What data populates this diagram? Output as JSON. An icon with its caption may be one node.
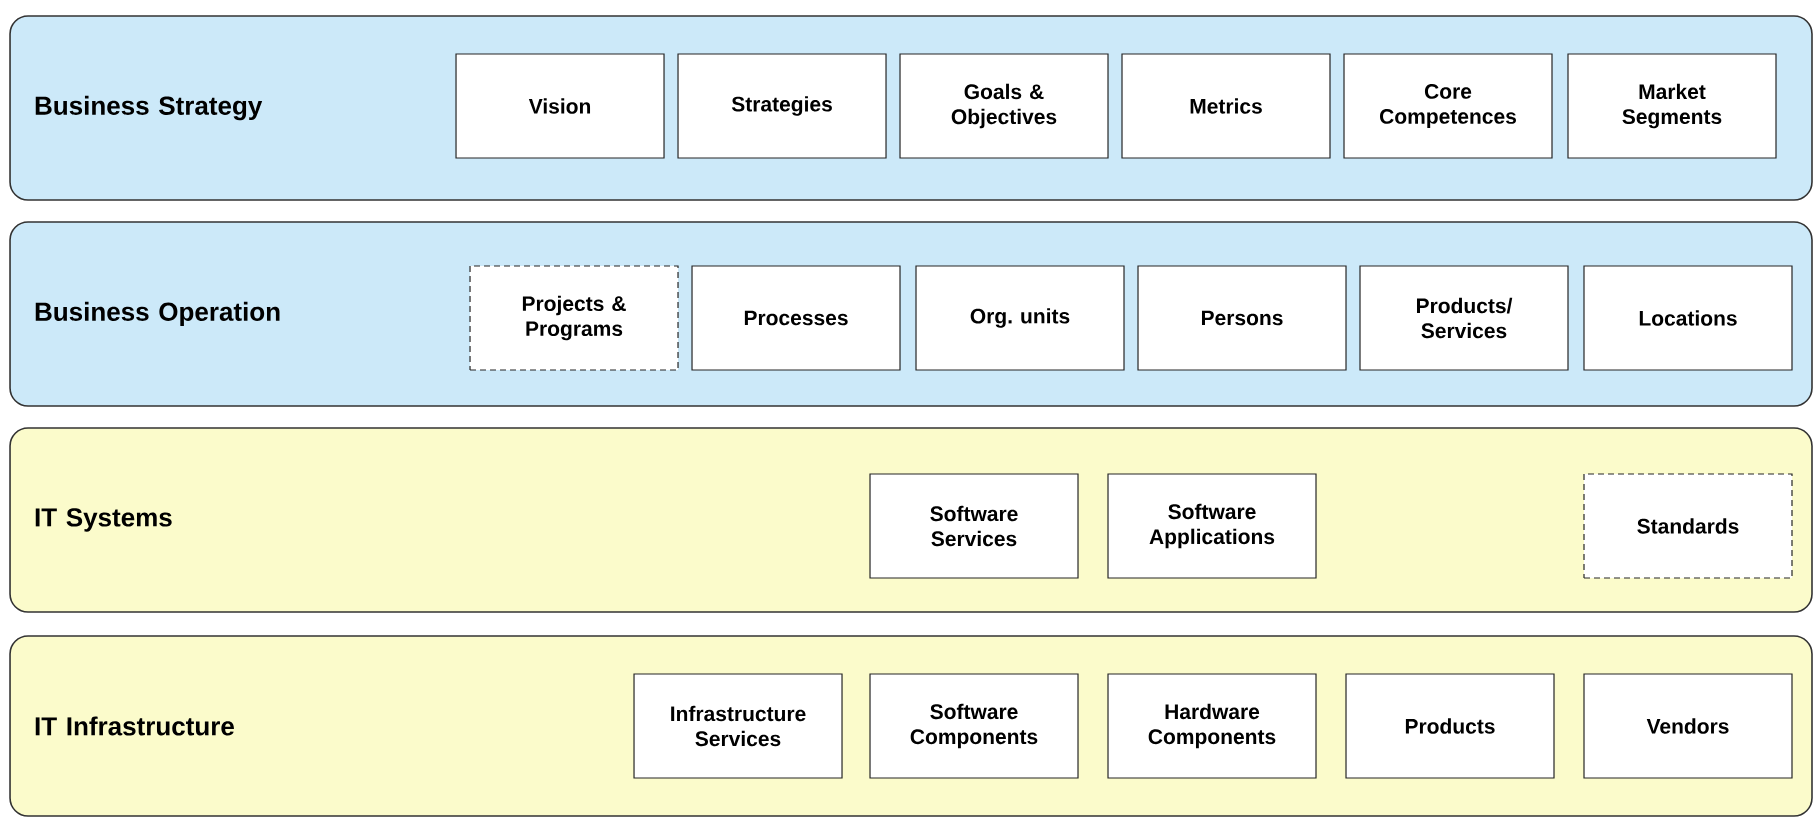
{
  "diagram": {
    "nodes": [
      {
        "text": [
          "Business Strategy"
        ]
      },
      {
        "text": [
          "Vision"
        ],
        "in": 0
      },
      {
        "text": [
          "Strategies"
        ],
        "in": 0
      },
      {
        "text": [
          "Goals & Objectives"
        ],
        "in": 0
      },
      {
        "text": [
          "Metrics"
        ],
        "in": 0
      },
      {
        "text": [
          "Core Competences"
        ],
        "in": 0
      },
      {
        "text": [
          "Market Segments"
        ],
        "in": 0
      },
      {
        "text": [
          "Business Operation"
        ]
      },
      {
        "text": [
          "Projects & Programs"
        ],
        "in": 7
      },
      {
        "text": [
          "Processes"
        ],
        "in": 7
      },
      {
        "text": [
          "Org. units"
        ],
        "in": 7
      },
      {
        "text": [
          "Persons"
        ],
        "in": 7
      },
      {
        "text": [
          "Products/ Services"
        ],
        "in": 7
      },
      {
        "text": [
          "Locations"
        ],
        "in": 7
      },
      {
        "text": [
          "IT Systems"
        ]
      },
      {
        "text": [
          "Software Services"
        ],
        "in": 14
      },
      {
        "text": [
          "Software Applications"
        ],
        "in": 14
      },
      {
        "text": [
          "Standards"
        ],
        "in": 14
      },
      {
        "text": [
          "IT Infrastructure"
        ]
      },
      {
        "text": [
          "Infrastructure Services"
        ],
        "in": 18
      },
      {
        "text": [
          "Software Components"
        ],
        "in": 18
      },
      {
        "text": [
          "Hardware Components"
        ],
        "in": 18
      },
      {
        "text": [
          "Products"
        ],
        "in": 18
      },
      {
        "text": [
          "Vendors"
        ],
        "in": 18
      }
    ]
  }
}
